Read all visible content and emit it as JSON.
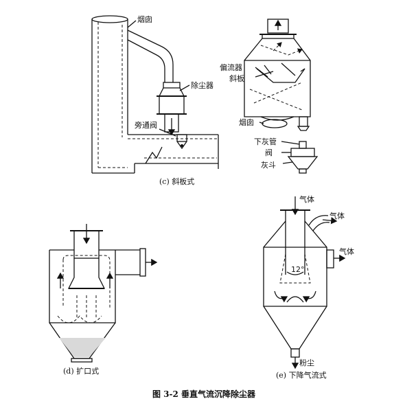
{
  "figure_title": "图 3-2   垂直气流沉降除尘器",
  "panel_c": {
    "caption": "(c) 斜板式",
    "labels": {
      "chimney_left": "烟囱",
      "dust_collector": "除尘器",
      "bypass_valve": "旁通阀",
      "deflector": "偏流器",
      "inclined_plate": "斜板",
      "chimney_right": "烟囱",
      "ash_pipe": "下灰管",
      "valve": "阀",
      "ash_hopper": "灰斗"
    }
  },
  "panel_d": {
    "caption": "(d) 扩口式"
  },
  "panel_e": {
    "caption": "(e) 下降气流式",
    "labels": {
      "gas_in": "气体",
      "gas_out_top": "气体",
      "gas_out_side": "气体",
      "angle": "12°",
      "dust": "粉尘"
    }
  }
}
